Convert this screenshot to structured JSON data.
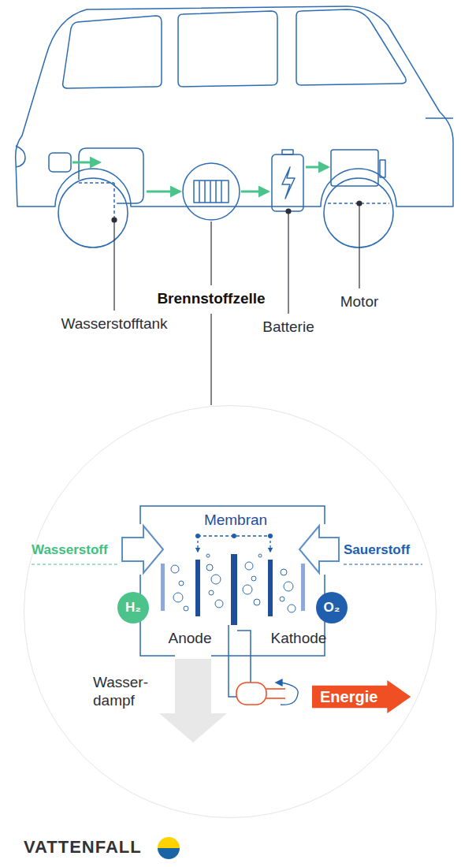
{
  "diagram": {
    "nodes": [
      {
        "text": [
          "Membran",
          "Anode",
          "Kathode"
        ]
      },
      {
        "text": [
          "H₂"
        ],
        "in": 0
      },
      {
        "text": [
          "O₂"
        ],
        "in": 0
      },
      {
        "text": [
          "Energie"
        ],
        "in": 0
      }
    ],
    "labels": [
      "Wasserstofftank",
      "Brennstoffzelle",
      "Batterie",
      "Motor",
      "Wasserstoff",
      "Sauerstoff",
      "Wasser- dampf",
      "VATTENFALL"
    ]
  }
}
